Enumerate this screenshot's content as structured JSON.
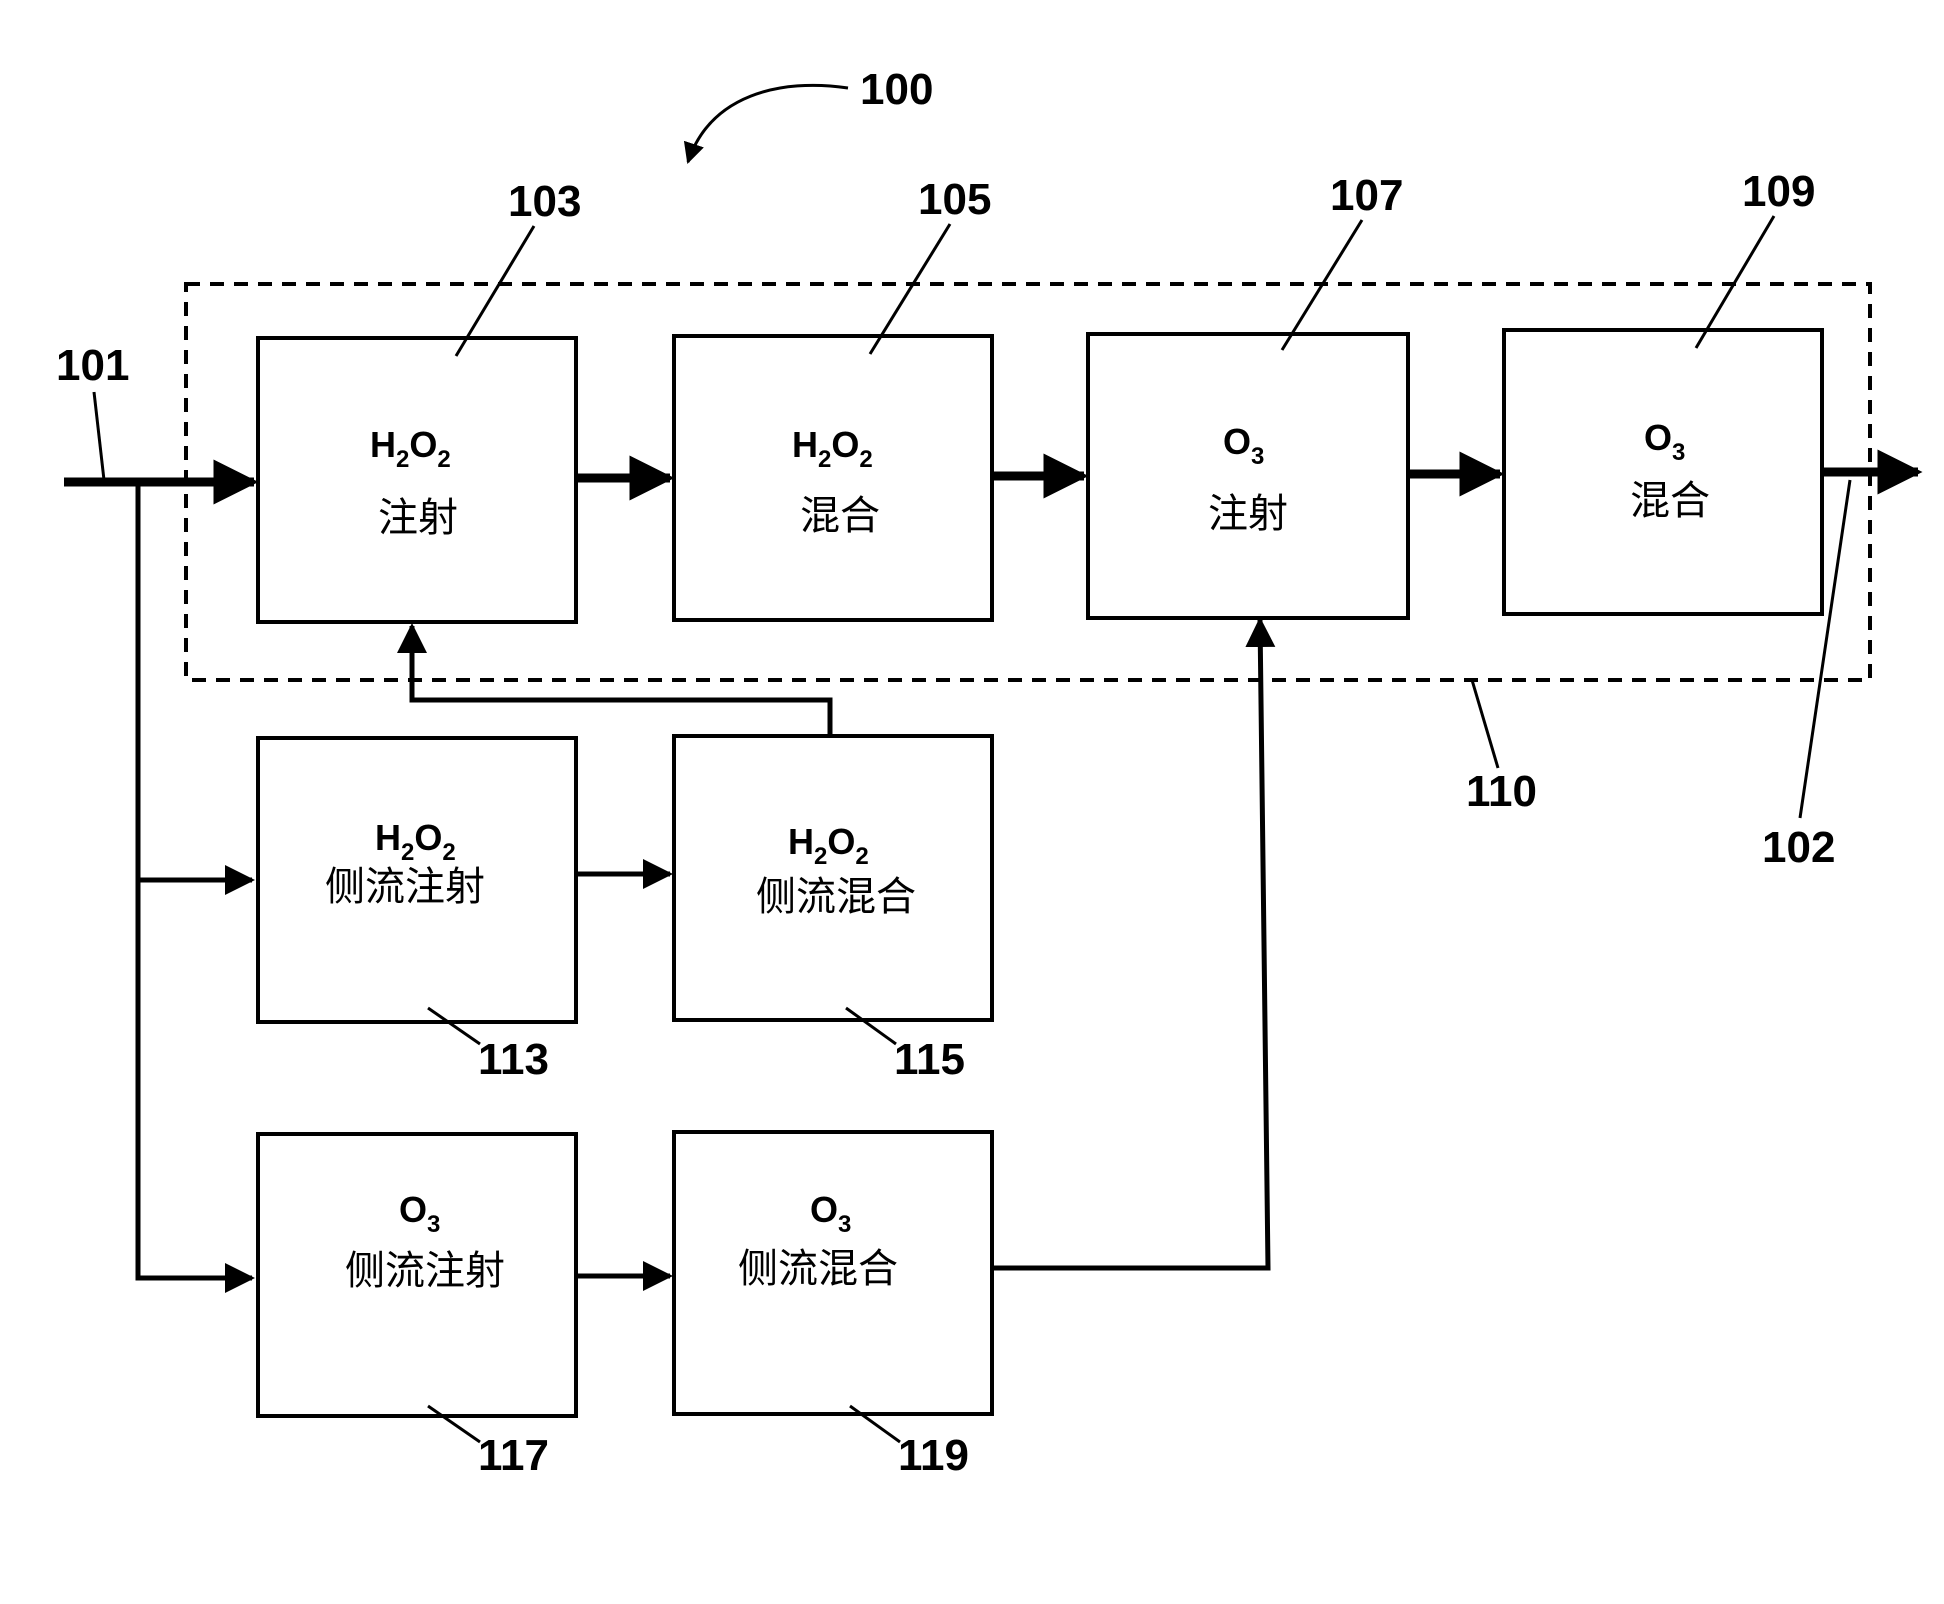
{
  "system": {
    "ref": "100",
    "boundary_ref": "110",
    "inlet_ref": "101",
    "outlet_ref": "102"
  },
  "chem": {
    "h": "H",
    "o": "O",
    "two": "2",
    "three": "3"
  },
  "boxes": [
    {
      "ref": "103",
      "chemical": "H2O2",
      "text": "注射"
    },
    {
      "ref": "105",
      "chemical": "H2O2",
      "text": "混合"
    },
    {
      "ref": "107",
      "chemical": "O3",
      "text": "注射"
    },
    {
      "ref": "109",
      "chemical": "O3",
      "text": "混合"
    },
    {
      "ref": "113",
      "chemical": "H2O2",
      "text": "侧流注射"
    },
    {
      "ref": "115",
      "chemical": "H2O2",
      "text": "侧流混合"
    },
    {
      "ref": "117",
      "chemical": "O3",
      "text": "侧流注射"
    },
    {
      "ref": "119",
      "chemical": "O3",
      "text": "侧流混合"
    }
  ]
}
